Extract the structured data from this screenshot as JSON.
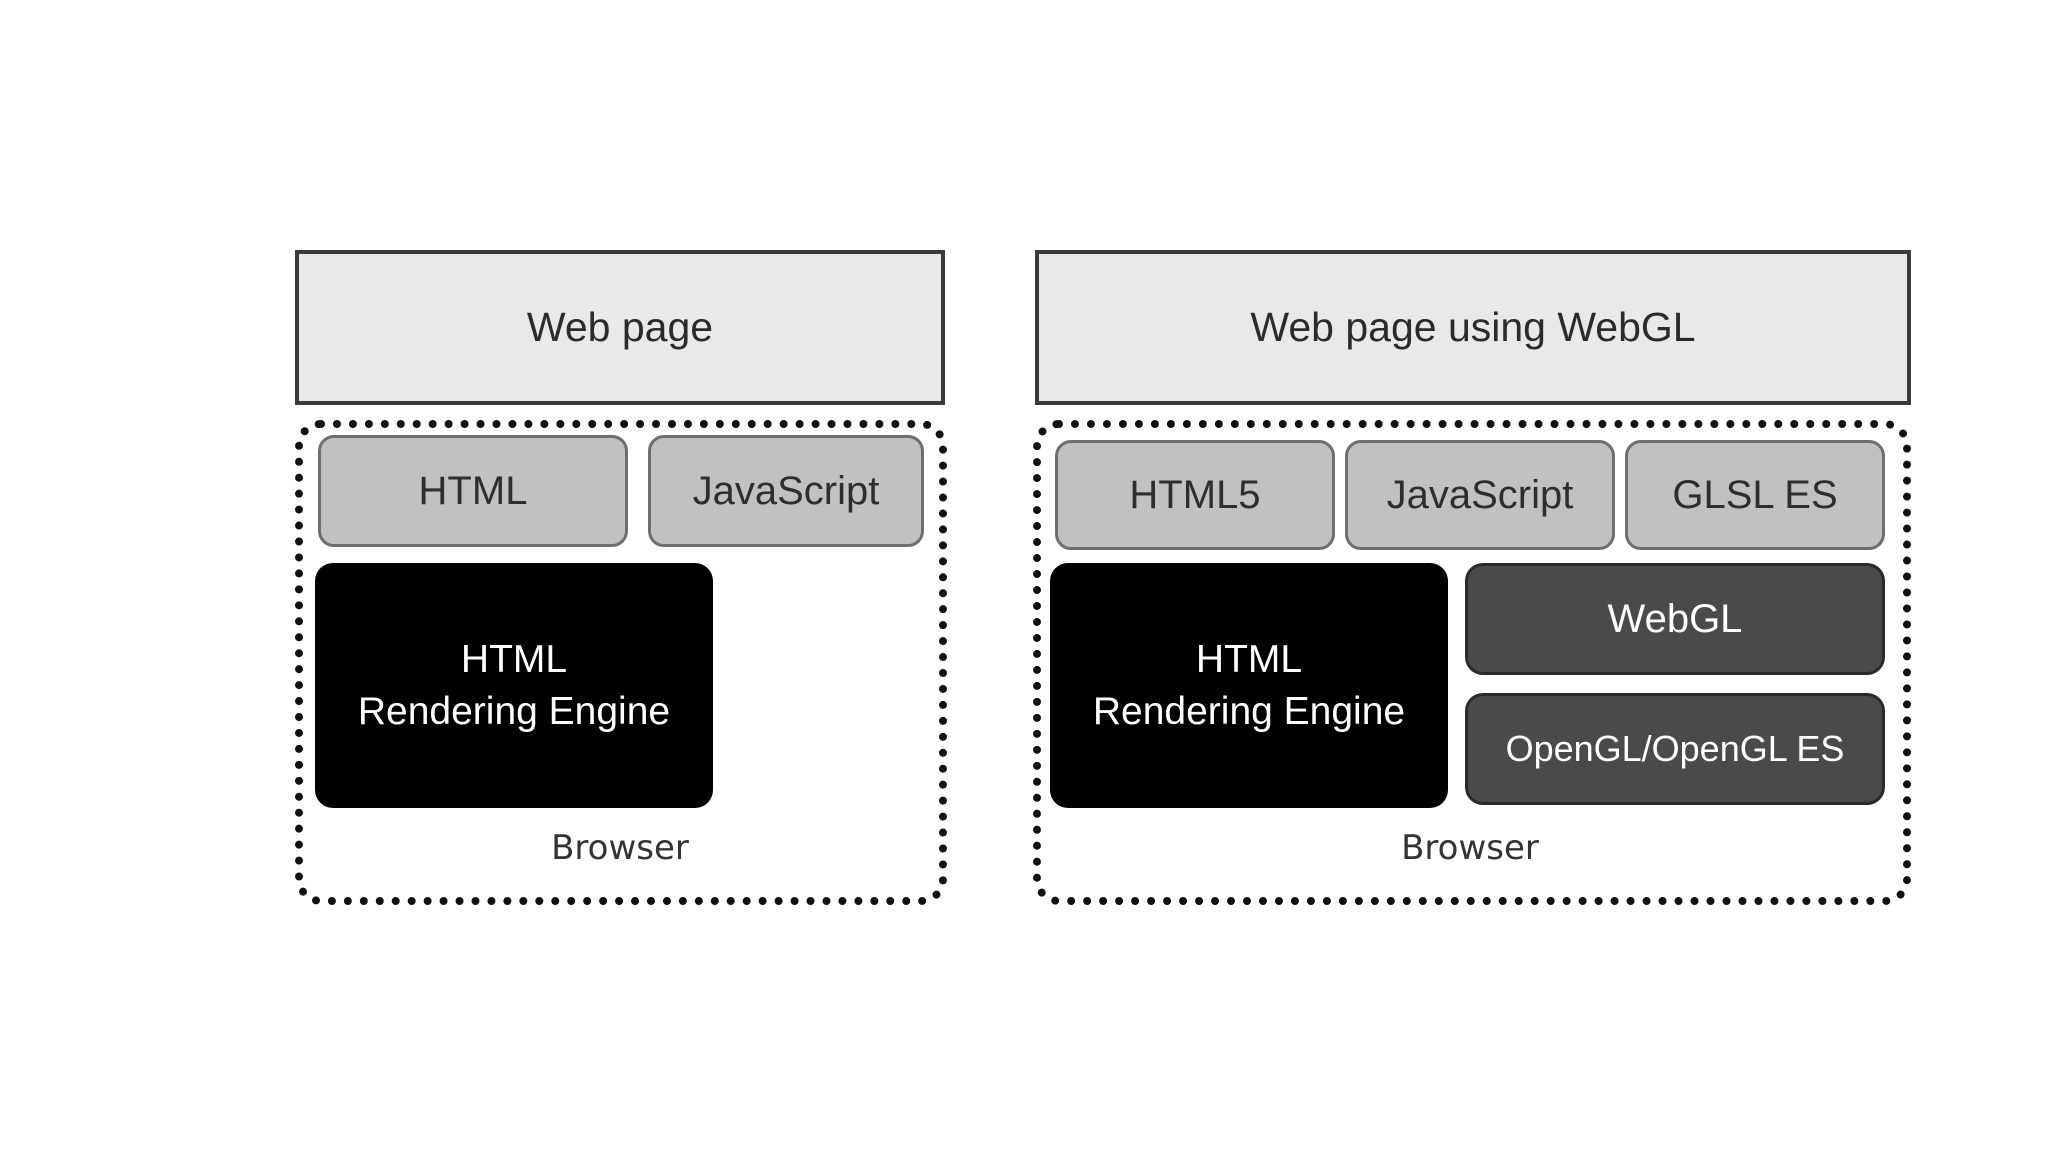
{
  "left": {
    "page_label": "Web page",
    "items": [
      "HTML",
      "JavaScript"
    ],
    "engine_line1": "HTML",
    "engine_line2": "Rendering Engine",
    "browser_label": "Browser"
  },
  "right": {
    "page_label": "Web page using WebGL",
    "items": [
      "HTML5",
      "JavaScript",
      "GLSL ES"
    ],
    "engine_line1": "HTML",
    "engine_line2": "Rendering Engine",
    "webgl_label": "WebGL",
    "opengl_label": "OpenGL/OpenGL ES",
    "browser_label": "Browser"
  },
  "colors": {
    "page_box": "#e9e9e9",
    "tech_box": "#c1c1c1",
    "engine_box": "#000000",
    "gl_box": "#4a4a4a",
    "background": "#ffffff"
  }
}
